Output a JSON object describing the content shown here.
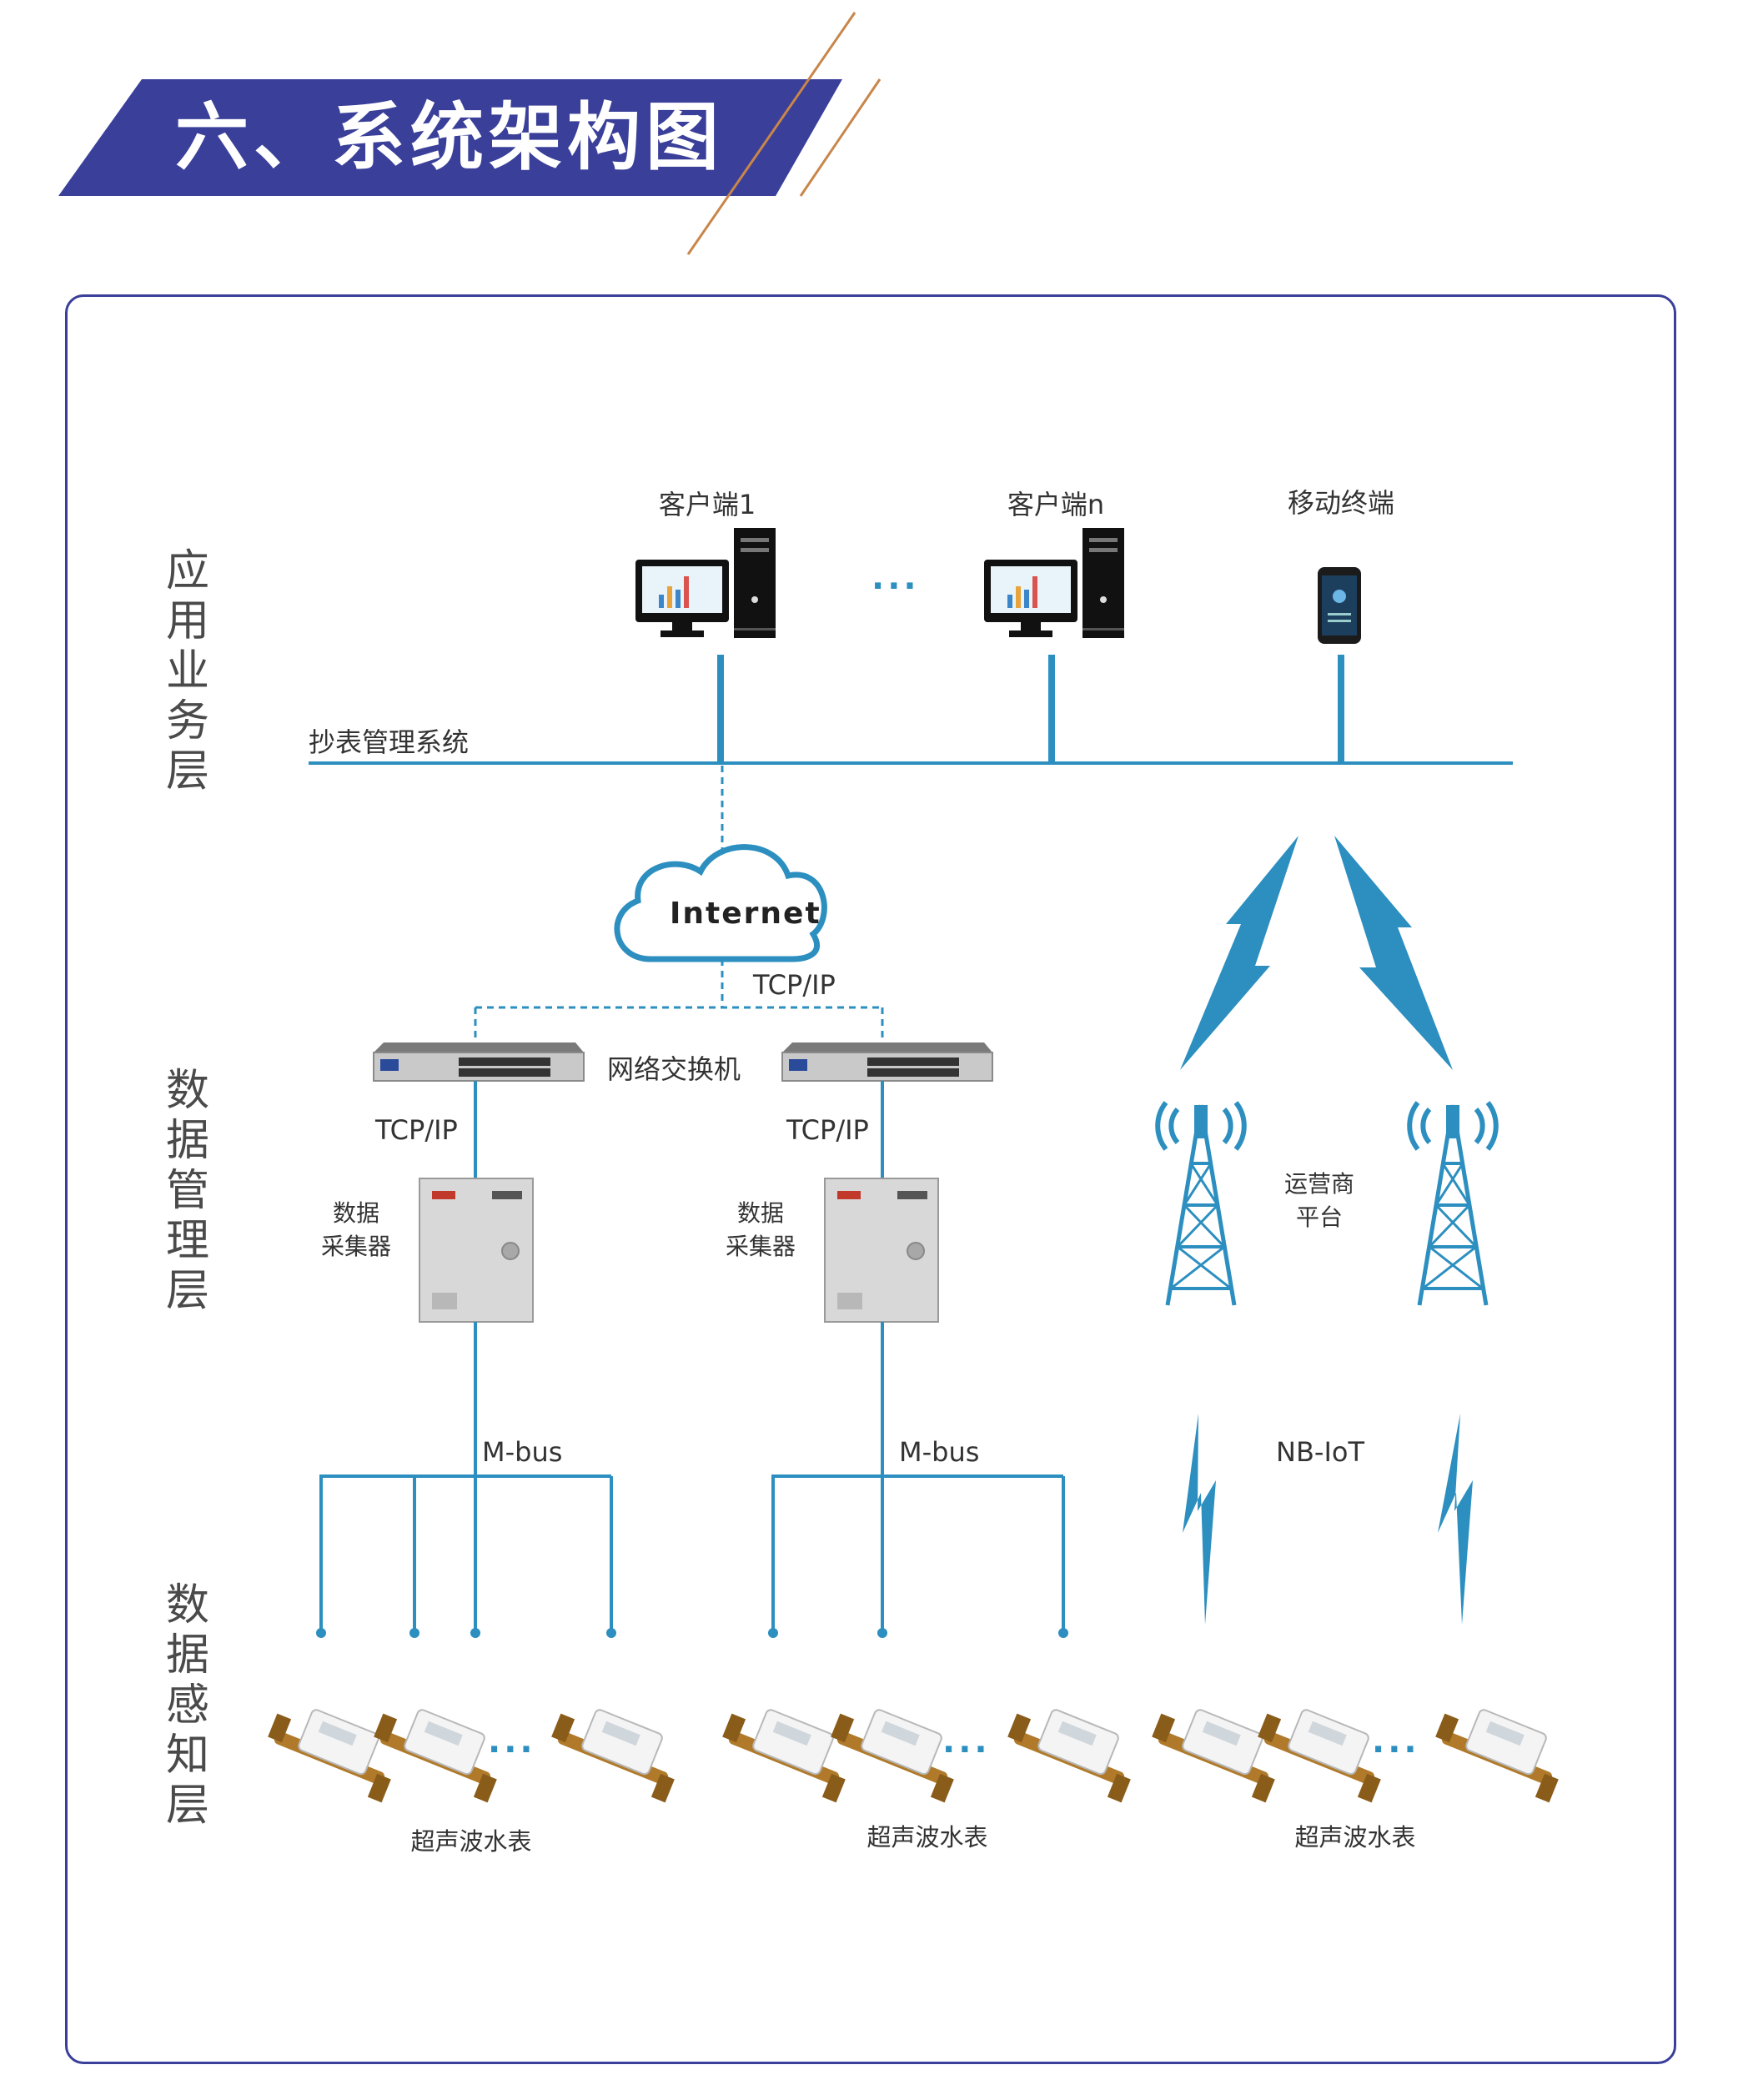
{
  "title": "六、系统架构图",
  "layers": {
    "application": "应用业务层",
    "data_management": "数据管理层",
    "data_perception": "数据感知层"
  },
  "clients": {
    "client_1": "客户端1",
    "client_n": "客户端n",
    "mobile": "移动终端",
    "ellipsis": "···"
  },
  "system_label": "抄表管理系统",
  "internet_label": "Internet",
  "protocols": {
    "tcpip_top": "TCP/IP",
    "tcpip_left": "TCP/IP",
    "tcpip_right": "TCP/IP",
    "mbus_left": "M-bus",
    "mbus_right": "M-bus",
    "nbiot": "NB-IoT"
  },
  "switch_label": "网络交换机",
  "collector": {
    "left_line1": "数据",
    "left_line2": "采集器",
    "right_line1": "数据",
    "right_line2": "采集器"
  },
  "operator": {
    "line1": "运营商",
    "line2": "平台"
  },
  "meters": {
    "group1": "超声波水表",
    "group2": "超声波水表",
    "group3": "超声波水表",
    "ellipsis": "···"
  },
  "colors": {
    "accent_navy": "#3a3f99",
    "line_blue": "#2c8fc0",
    "deco_orange": "#c8864a"
  },
  "icons": [
    "desktop-computer-icon",
    "smartphone-icon",
    "cloud-icon",
    "network-switch-icon",
    "data-collector-icon",
    "cell-tower-icon",
    "lightning-signal-icon",
    "water-meter-icon"
  ]
}
